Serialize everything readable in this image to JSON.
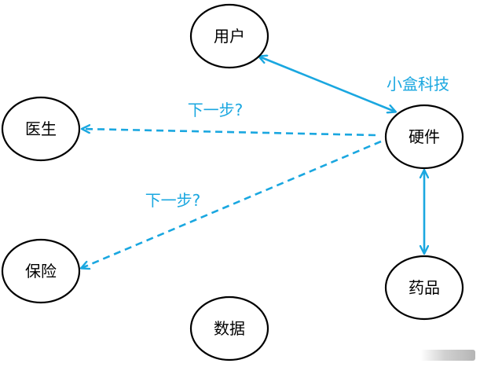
{
  "colors": {
    "edge": "#1aa7e0",
    "edge_label": "#1aa7e0",
    "node_stroke": "#000000",
    "node_fill": "#ffffff"
  },
  "nodes": {
    "user": "用户",
    "doctor": "医生",
    "hardware": "硬件",
    "insurance": "保险",
    "medicine": "药品",
    "data": "数据"
  },
  "edges": {
    "user_hardware": {
      "label": "小盒科技",
      "style": "solid",
      "arrows": "both"
    },
    "hardware_doctor": {
      "label": "下一步?",
      "style": "dashed",
      "arrows": "end"
    },
    "hardware_insurance": {
      "label": "下一步?",
      "style": "dashed",
      "arrows": "end"
    },
    "hardware_medicine": {
      "label": "",
      "style": "solid",
      "arrows": "both"
    }
  }
}
